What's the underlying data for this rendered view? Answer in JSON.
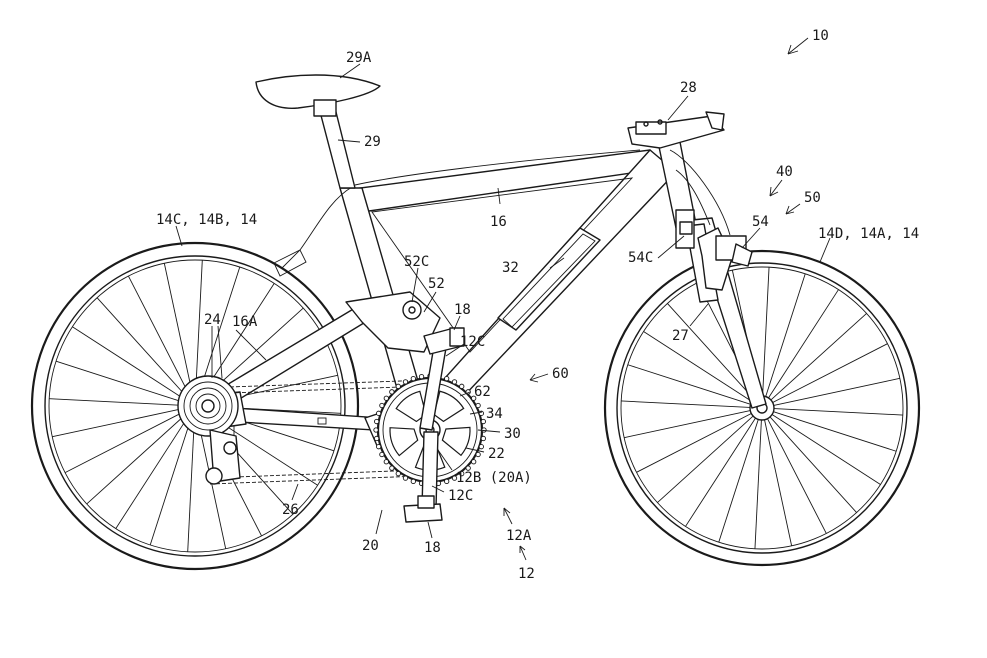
{
  "figure": {
    "reference_numeral": "10",
    "labels": {
      "l_29A": "29A",
      "l_29": "29",
      "l_28": "28",
      "l_40": "40",
      "l_50": "50",
      "l_16": "16",
      "l_14C": "14C, 14B, 14",
      "l_14D": "14D, 14A, 14",
      "l_54": "54",
      "l_54C": "54C",
      "l_32": "32",
      "l_52C": "52C",
      "l_52": "52",
      "l_18a": "18",
      "l_24": "24",
      "l_16A": "16A",
      "l_12Ca": "12C",
      "l_27": "27",
      "l_60": "60",
      "l_62": "62",
      "l_34": "34",
      "l_30": "30",
      "l_22": "22",
      "l_12B": "12B (20A)",
      "l_12Cb": "12C",
      "l_26": "26",
      "l_20": "20",
      "l_18b": "18",
      "l_12A": "12A",
      "l_12": "12"
    }
  }
}
